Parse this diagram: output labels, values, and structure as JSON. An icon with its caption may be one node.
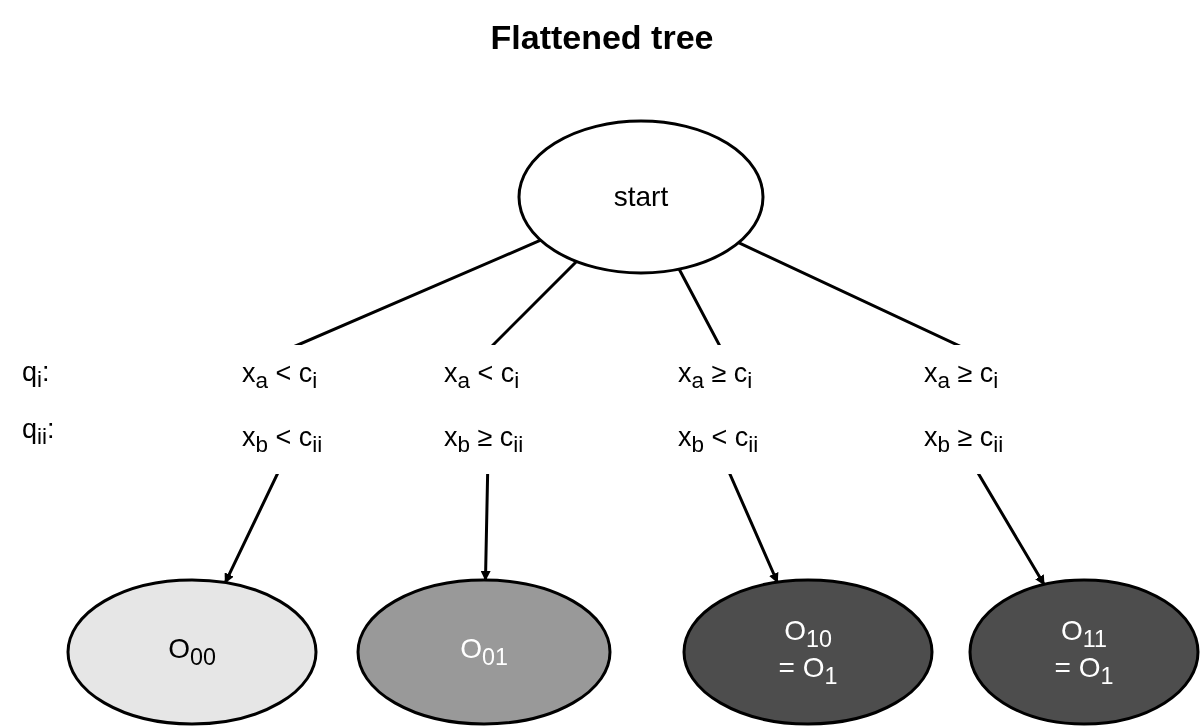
{
  "diagram": {
    "title": "Flattened tree",
    "nodes": [
      {
        "text": [
          "start"
        ]
      },
      {
        "text": [
          "O$_{00}$"
        ]
      },
      {
        "text": [
          "O$_{01}$"
        ]
      },
      {
        "text": [
          "O$_{10}$ = O$_{1}$"
        ]
      },
      {
        "text": [
          "O$_{11}$ = O$_{1}$"
        ]
      }
    ],
    "edges": [
      {
        "from": 0,
        "to": 1,
        "arrow": "to",
        "label": "x$_{a}$ < c$_{i}$ x$_{b}$ < c$_{ii}$"
      },
      {
        "from": 0,
        "to": 2,
        "arrow": "to",
        "label": "x$_{a}$ < c$_{i}$ x$_{b}$ ≥ c$_{ii}$"
      },
      {
        "from": 0,
        "to": 3,
        "arrow": "to",
        "label": "x$_{a}$ ≥ c$_{i}$ x$_{b}$ < c$_{ii}$"
      },
      {
        "from": 0,
        "to": 4,
        "arrow": "to",
        "label": "x$_{a}$ ≥ c$_{i}$ x$_{b}$ ≥ c$_{ii}$"
      }
    ],
    "labels": [
      "q$_{i}$:",
      "q$_{ii}$:"
    ]
  }
}
